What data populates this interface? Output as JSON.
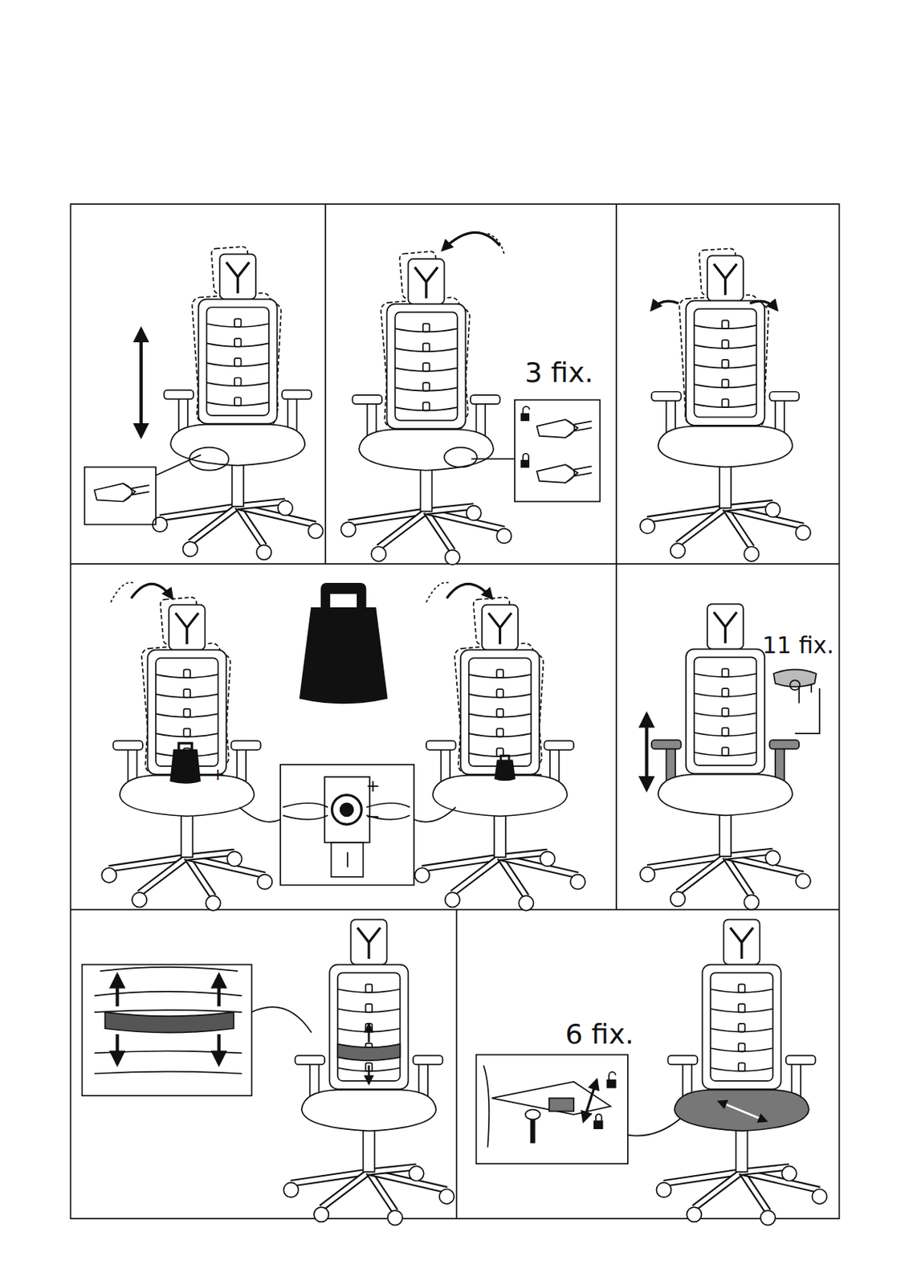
{
  "diagram": {
    "labels": [
      "3 fix.",
      "+",
      "+",
      "−",
      "−",
      "11 fix.",
      "6 fix."
    ]
  }
}
